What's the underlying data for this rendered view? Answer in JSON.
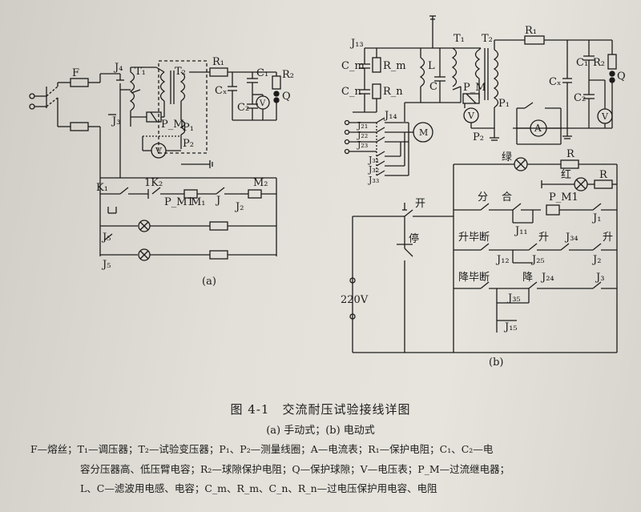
{
  "figure": {
    "title": "图 4-1　交流耐压试验接线详图",
    "subtitle": "(a) 手动式；(b) 电动式",
    "legend_lines": [
      "F—熔丝；T₁—调压器；T₂—试验变压器；P₁、P₂—测量线圈；A—电流表；R₁—保护电阻；C₁、C₂—电",
      "容分压器高、低压臂电容；R₂—球隙保护电阻；Q—保护球隙；V—电压表；P_M—过流继电器；",
      "L、C—滤波用电感、电容；C_m、R_m、C_n、R_n—过电压保护用电容、电阻"
    ]
  },
  "panel_a": {
    "caption": "(a)",
    "labels": {
      "F": "F",
      "J4": "J₄",
      "T1": "T₁",
      "T2": "T₂",
      "R1": "R₁",
      "C1": "C₁",
      "R2": "R₂",
      "Cx": "Cₓ",
      "C2": "C₂",
      "Q": "Q",
      "J3": "J₃",
      "PM": "P_M",
      "P1": "P₁",
      "P2": "P₂",
      "V": "V",
      "K1": "K₁",
      "K2": "1K₂",
      "PM1": "P_M1",
      "M1": "M₁",
      "J": "J",
      "M2": "M₂",
      "J2": "J₂",
      "J5a": "J₅",
      "J5b": "J₅"
    }
  },
  "panel_b": {
    "caption": "(b)",
    "labels": {
      "J13": "J₁₃",
      "Cm": "C_m",
      "Rm": "R_m",
      "Cn": "C_n",
      "Rn": "R_n",
      "L": "L",
      "C": "C",
      "T1": "T₁",
      "T2": "T₂",
      "R1": "R₁",
      "C1": "C₁",
      "R2": "R₂",
      "Cx": "Cₓ",
      "C2": "C₂",
      "Q": "Q",
      "PM": "P_M",
      "P1": "P₁",
      "P2": "P₂",
      "V": "V",
      "A": "A",
      "V2": "V",
      "J14": "J₁₄",
      "J21": "J₂₁",
      "J22": "J₂₂",
      "J23": "J₂₃",
      "J31": "J₃₁",
      "J32": "J₃₂",
      "J33": "J₃₃",
      "M": "M",
      "green": "绿",
      "red": "红",
      "R": "R",
      "R_2": "R",
      "open": "开",
      "split": "分",
      "close": "合",
      "PM1": "P_M1",
      "J1": "J₁",
      "J11": "J₁₁",
      "stop": "停",
      "up_off": "升毕断",
      "up": "升",
      "J34": "J₃₄",
      "up2": "升",
      "J12": "J₁₂",
      "J25": "J₂₅",
      "J2": "J₂",
      "down_off": "降毕断",
      "down": "降",
      "J24": "J₂₄",
      "J3": "J₃",
      "J35": "J₃₅",
      "J15": "J₁₅",
      "v220": "220V"
    }
  }
}
